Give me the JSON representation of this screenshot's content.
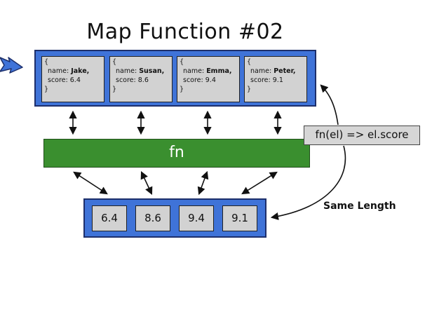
{
  "title": "Map Function #02",
  "input_objects": [
    {
      "open": "{",
      "name_key": "name:",
      "name_value": "Jake,",
      "score_key": "score:",
      "score_value": "6.4",
      "close": "}"
    },
    {
      "open": "{",
      "name_key": "name:",
      "name_value": "Susan,",
      "score_key": "score:",
      "score_value": "8.6",
      "close": "}"
    },
    {
      "open": "{",
      "name_key": "name:",
      "name_value": "Emma,",
      "score_key": "score:",
      "score_value": "9.4",
      "close": "}"
    },
    {
      "open": "{",
      "name_key": "name:",
      "name_value": "Peter,",
      "score_key": "score:",
      "score_value": "9.1",
      "close": "}"
    }
  ],
  "function_label": "fn",
  "function_expression": "fn(el) => el.score",
  "output_values": [
    "6.4",
    "8.6",
    "9.4",
    "9.1"
  ],
  "note": "Same Length",
  "colors": {
    "panel_blue": "#3f73d8",
    "function_green": "#3a8f2f",
    "cell_gray": "#d2d2d2",
    "entry_arrow_blue": "#3f73d8"
  }
}
